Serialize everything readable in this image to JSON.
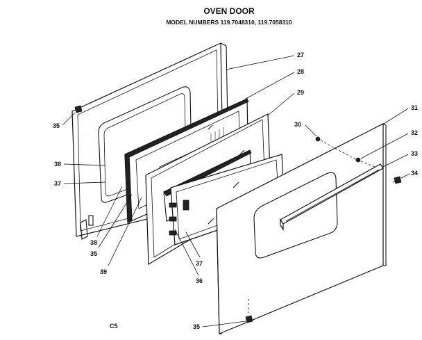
{
  "title": "OVEN DOOR",
  "subtitle": "MODEL NUMBERS 119.7048310, 119.7058310",
  "page_code": "C5",
  "callouts": {
    "p27": "27",
    "p28": "28",
    "p29": "29",
    "p30": "30",
    "p31": "31",
    "p32": "32",
    "p33": "33",
    "p34": "34",
    "p35_top": "35",
    "p35_mid": "35",
    "p35_bottom": "35",
    "p36": "36",
    "p37_left": "37",
    "p37_right": "37",
    "p38_left": "38",
    "p38_bottom": "38",
    "p39": "39"
  },
  "colors": {
    "ink": "#111111",
    "background": "#ffffff"
  }
}
